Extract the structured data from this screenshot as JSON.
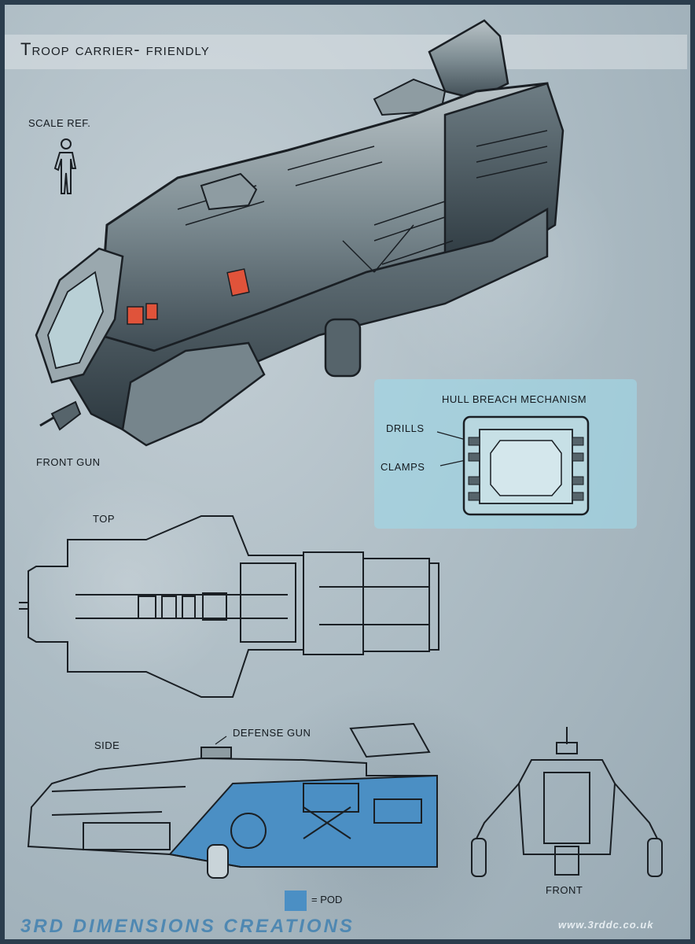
{
  "title": "Troop carrier- friendly",
  "labels": {
    "scale_ref": "SCALE REF.",
    "front_gun": "FRONT GUN",
    "hull_breach": "HULL BREACH MECHANISM",
    "drills": "DRILLS",
    "clamps": "CLAMPS",
    "top": "TOP",
    "side": "SIDE",
    "defense_gun": "DEFENSE GUN",
    "front": "FRONT"
  },
  "legend": {
    "text": "= POD",
    "color": "#4b8fc4"
  },
  "footer": {
    "brand": "3RD DIMENSIONS CREATIONS",
    "url": "www.3rddc.co.uk"
  },
  "colors": {
    "frame": "#2b3d4d",
    "panel": "#a0d7e6",
    "pod": "#4b8fc4",
    "warning": "#e0533a"
  }
}
